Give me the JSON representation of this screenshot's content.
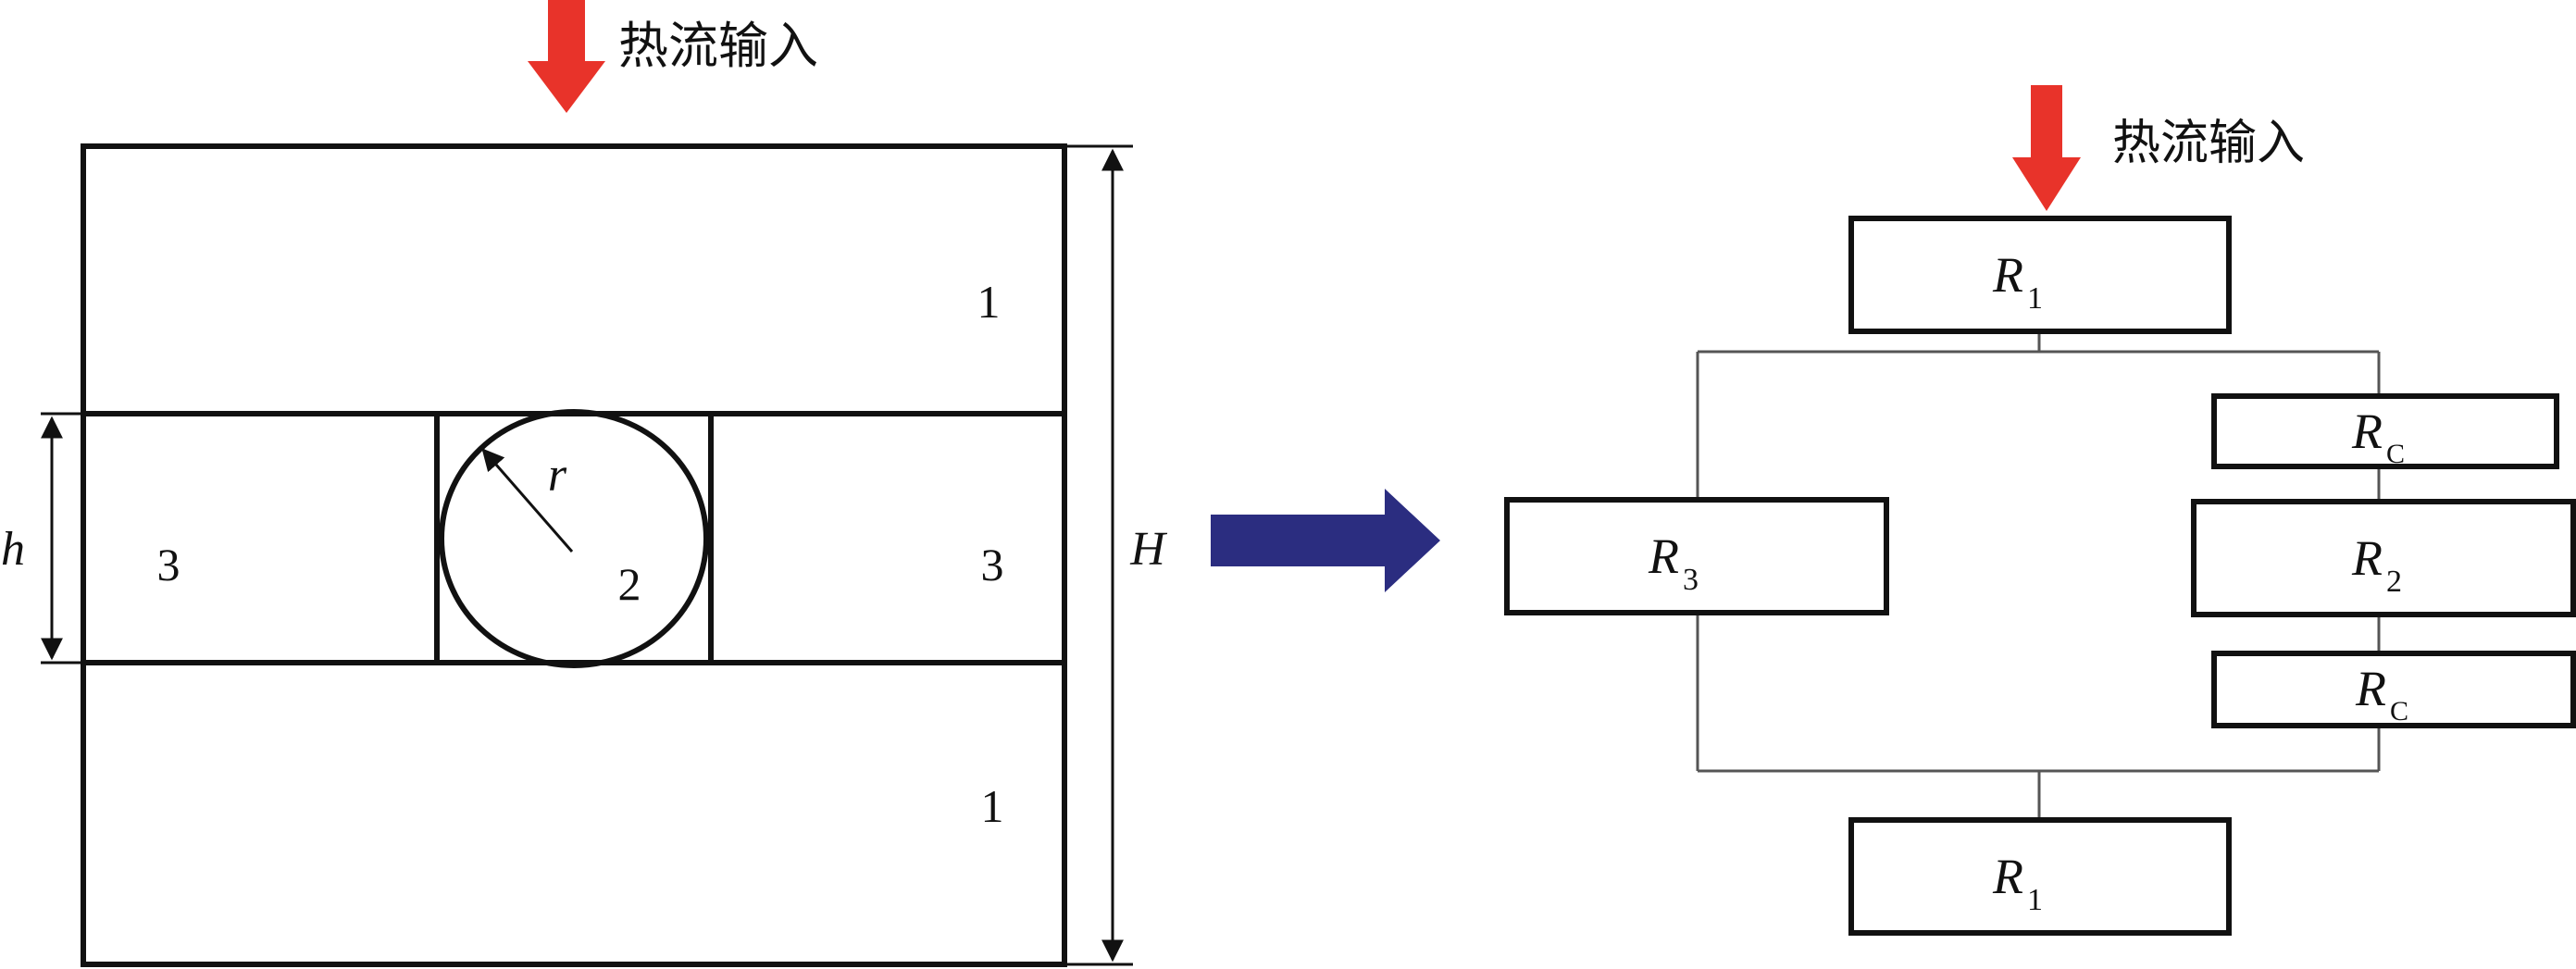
{
  "left_diagram": {
    "heat_input_label": "热流输入",
    "region_labels": {
      "top": "1",
      "bottom": "1",
      "left": "3",
      "right": "3",
      "center": "2"
    },
    "radius_label": "r",
    "height_small_label": "h",
    "height_total_label": "H"
  },
  "right_diagram": {
    "heat_input_label": "热流输入",
    "resistors": {
      "r1_top": {
        "symbol": "R",
        "subscript": "1"
      },
      "r3": {
        "symbol": "R",
        "subscript": "3"
      },
      "rc_top": {
        "symbol": "R",
        "subscript": "C"
      },
      "r2": {
        "symbol": "R",
        "subscript": "2"
      },
      "rc_bottom": {
        "symbol": "R",
        "subscript": "C"
      },
      "r1_bottom": {
        "symbol": "R",
        "subscript": "1"
      }
    }
  },
  "colors": {
    "heat_arrow": "#e8332a",
    "transform_arrow": "#2b2d80",
    "line": "#111111",
    "wire": "#555555"
  }
}
